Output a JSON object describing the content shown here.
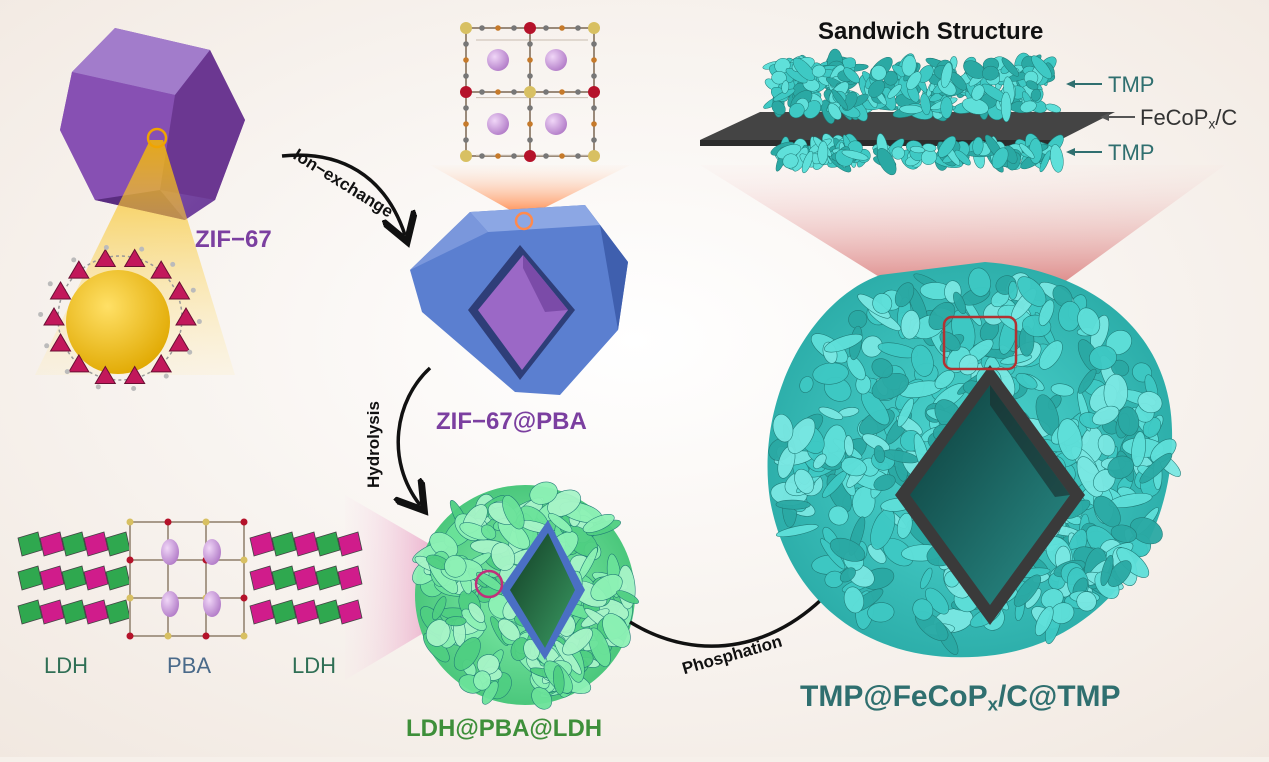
{
  "labels": {
    "zif67": "ZIF−67",
    "zif67_pba": "ZIF−67@PBA",
    "ldh_pba_ldh": "LDH@PBA@LDH",
    "sandwich_title": "Sandwich Structure",
    "final_main": "TMP@FeCoP",
    "final_sub": "x",
    "final_tail": "/C@TMP",
    "layer_top": "TMP",
    "layer_mid_main": "FeCoP",
    "layer_mid_sub": "x",
    "layer_mid_tail": "/C",
    "layer_bottom": "TMP",
    "ldh_left": "LDH",
    "pba_mid": "PBA",
    "ldh_right": "LDH"
  },
  "steps": {
    "ion_exchange": "Ion−exchange",
    "hydrolysis": "Hydrolysis",
    "phosphation": "Phosphation"
  },
  "colors": {
    "zif_purple": "#7b3fa0",
    "pba_blue": "#5b7fd0",
    "ldh_green": "#3e8f3a",
    "tmp_teal": "#2f6f6f",
    "teal_flakes": "#3ec9c4",
    "green_flakes": "#6be39a",
    "layer_gray": "#555555"
  }
}
